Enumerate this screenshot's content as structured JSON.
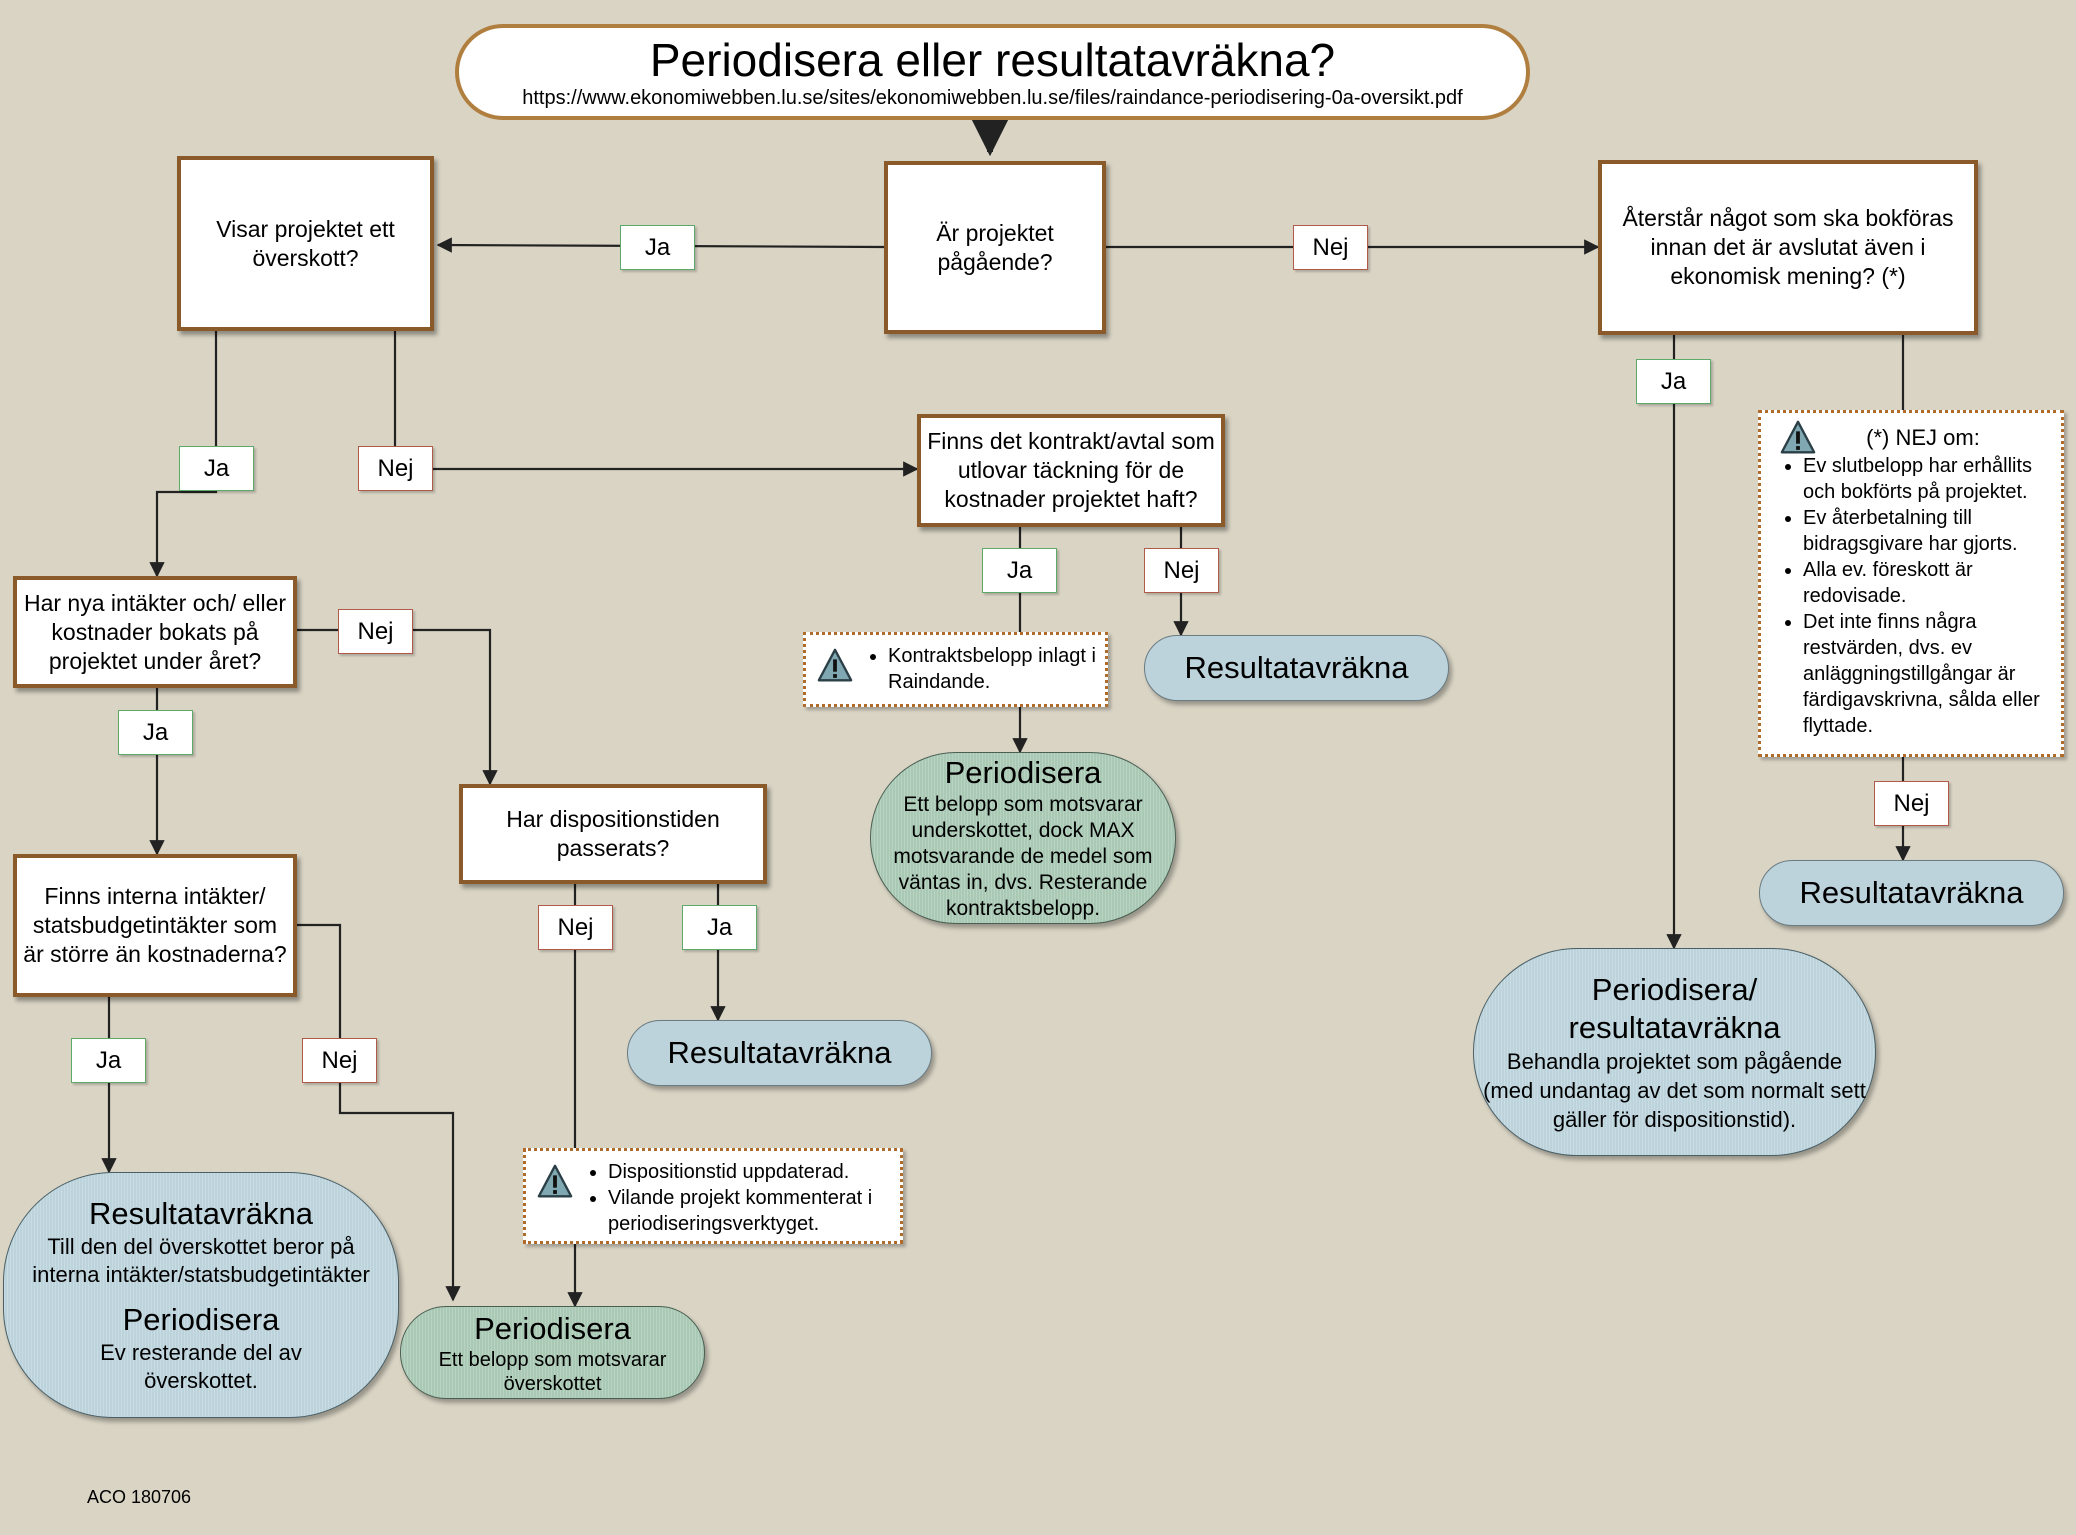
{
  "header": {
    "title": "Periodisera eller resultatavräkna?",
    "url": "https://www.ekonomiwebben.lu.se/sites/ekonomiwebben.lu.se/files/raindance-periodisering-0a-oversikt.pdf"
  },
  "questions": {
    "pagaende": "Är projektet pågående?",
    "overskott": "Visar projektet ett överskott?",
    "aterstar": "Återstår något som ska bokföras innan det är avslutat även i ekonomisk mening? (*)",
    "kontrakt": "Finns det kontrakt/avtal som utlovar täckning för de kostnader projektet haft?",
    "nya_intakter": "Har nya intäkter och/ eller kostnader bokats på projektet under året?",
    "dispositionstid": "Har dispositionstiden passerats?",
    "interna": "Finns interna intäkter/ statsbudgetintäkter som är större än kostnaderna?"
  },
  "labels": {
    "ja": "Ja",
    "nej": "Nej"
  },
  "outcomes": {
    "resultatavrakna": "Resultatavräkna",
    "periodisera": "Periodisera",
    "kontrakt_detail": "Ett belopp som motsvarar underskottet, dock MAX motsvarande de medel som väntas in, dvs. Resterande kontraktsbelopp.",
    "overskott_detail": "Ett belopp som motsvarar överskottet",
    "combo_res_detail": "Till den del överskottet beror på interna intäkter/statsbudgetintäkter",
    "combo_per_detail": "Ev resterande del av överskottet.",
    "per_res_title_1": "Periodisera/",
    "per_res_title_2": "resultatavräkna",
    "per_res_detail": "Behandla projektet som pågående (med undantag av det som normalt sett gäller för dispositionstid)."
  },
  "notes": {
    "kontrakt": [
      "Kontraktsbelopp inlagt i Raindande."
    ],
    "dispositionstid": [
      "Dispositionstid uppdaterad.",
      "Vilande projekt kommenterat i periodiseringsverktyget."
    ],
    "nej_om_title": "(*) NEJ om:",
    "nej_om": [
      "Ev slutbelopp har erhållits och bokförts på projektet.",
      "Ev återbetalning till bidragsgivare har gjorts.",
      "Alla ev. föreskott är redovisade.",
      "Det inte finns några restvärden, dvs. ev anläggningstillgångar är färdigavskrivna, sålda eller flyttade."
    ]
  },
  "footer": "ACO 180706",
  "colors": {
    "background": "#d9d4c4",
    "question_border": "#8b5a2b",
    "ja_border": "#5ca96a",
    "nej_border": "#b05a4a",
    "outcome_blue": "#bcd3dc",
    "outcome_green": "#a9c9b5",
    "note_border": "#b06a2a"
  }
}
